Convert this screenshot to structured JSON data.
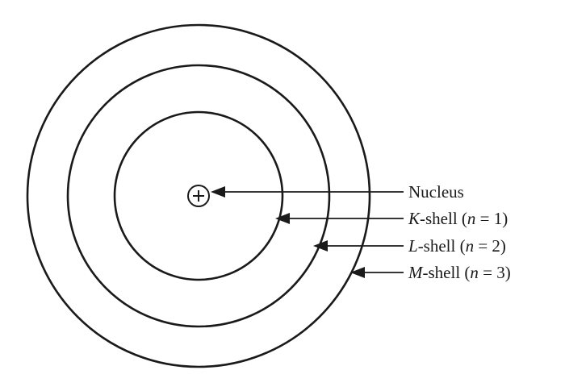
{
  "diagram": {
    "labels": {
      "nucleus": "Nucleus",
      "k_shell": {
        "letter": "K",
        "text": "-shell (",
        "var": "n",
        "value": " = 1)"
      },
      "l_shell": {
        "letter": "L",
        "text": "-shell (",
        "var": "n",
        "value": " = 2)"
      },
      "m_shell": {
        "letter": "M",
        "text": "-shell (",
        "var": "n",
        "value": " = 3)"
      }
    },
    "nucleus_symbol": "+"
  }
}
